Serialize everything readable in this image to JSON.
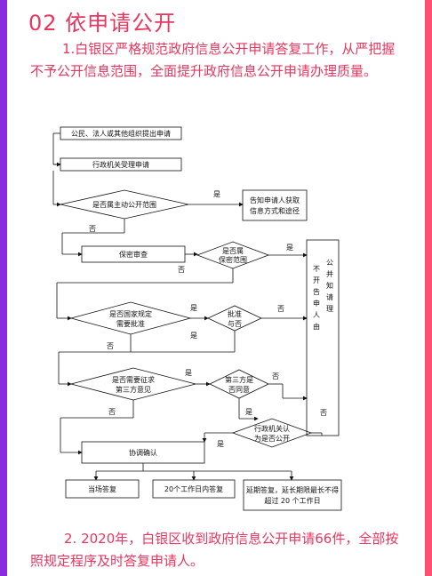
{
  "page": {
    "heading": "02 依申请公开",
    "para1": "1.白银区严格规范政府信息公开申请答复工作，从严把握不予公开信息范围，全面提升政府信息公开申请办理质量。",
    "para2": "2. 2020年，白银区收到政府信息公开申请66件，全部按照规定程序及时答复申请人。"
  },
  "flow": {
    "n1": "公民、法人或其他组织提出申请",
    "n2": "行政机关受理申请",
    "d1": "是否属主动公开范围",
    "n_tell": [
      "告知申请人获取",
      "信息方式和途径"
    ],
    "n_secret": "保密审查",
    "d2": [
      "是否属",
      "保密范围"
    ],
    "d3": [
      "是否国家规定",
      "需要批准"
    ],
    "d4": [
      "批准",
      "与否"
    ],
    "d5": [
      "是否需要征求",
      "第三方意见"
    ],
    "d6": [
      "第三方是",
      "否同意"
    ],
    "d7": [
      "行政机关认",
      "为是否公开"
    ],
    "n_coord": "协调确认",
    "n_r1": "当场答复",
    "n_r2": "20个工作日内答复",
    "n_r3": [
      "延期答复，延长期限最长不得",
      "超过 20 个工作日"
    ],
    "col_left": [
      "不",
      "开",
      "告",
      "申",
      "人",
      "由"
    ],
    "col_right": [
      "公",
      "并",
      "知",
      "请",
      "理"
    ],
    "yes": "是",
    "no": "否"
  }
}
